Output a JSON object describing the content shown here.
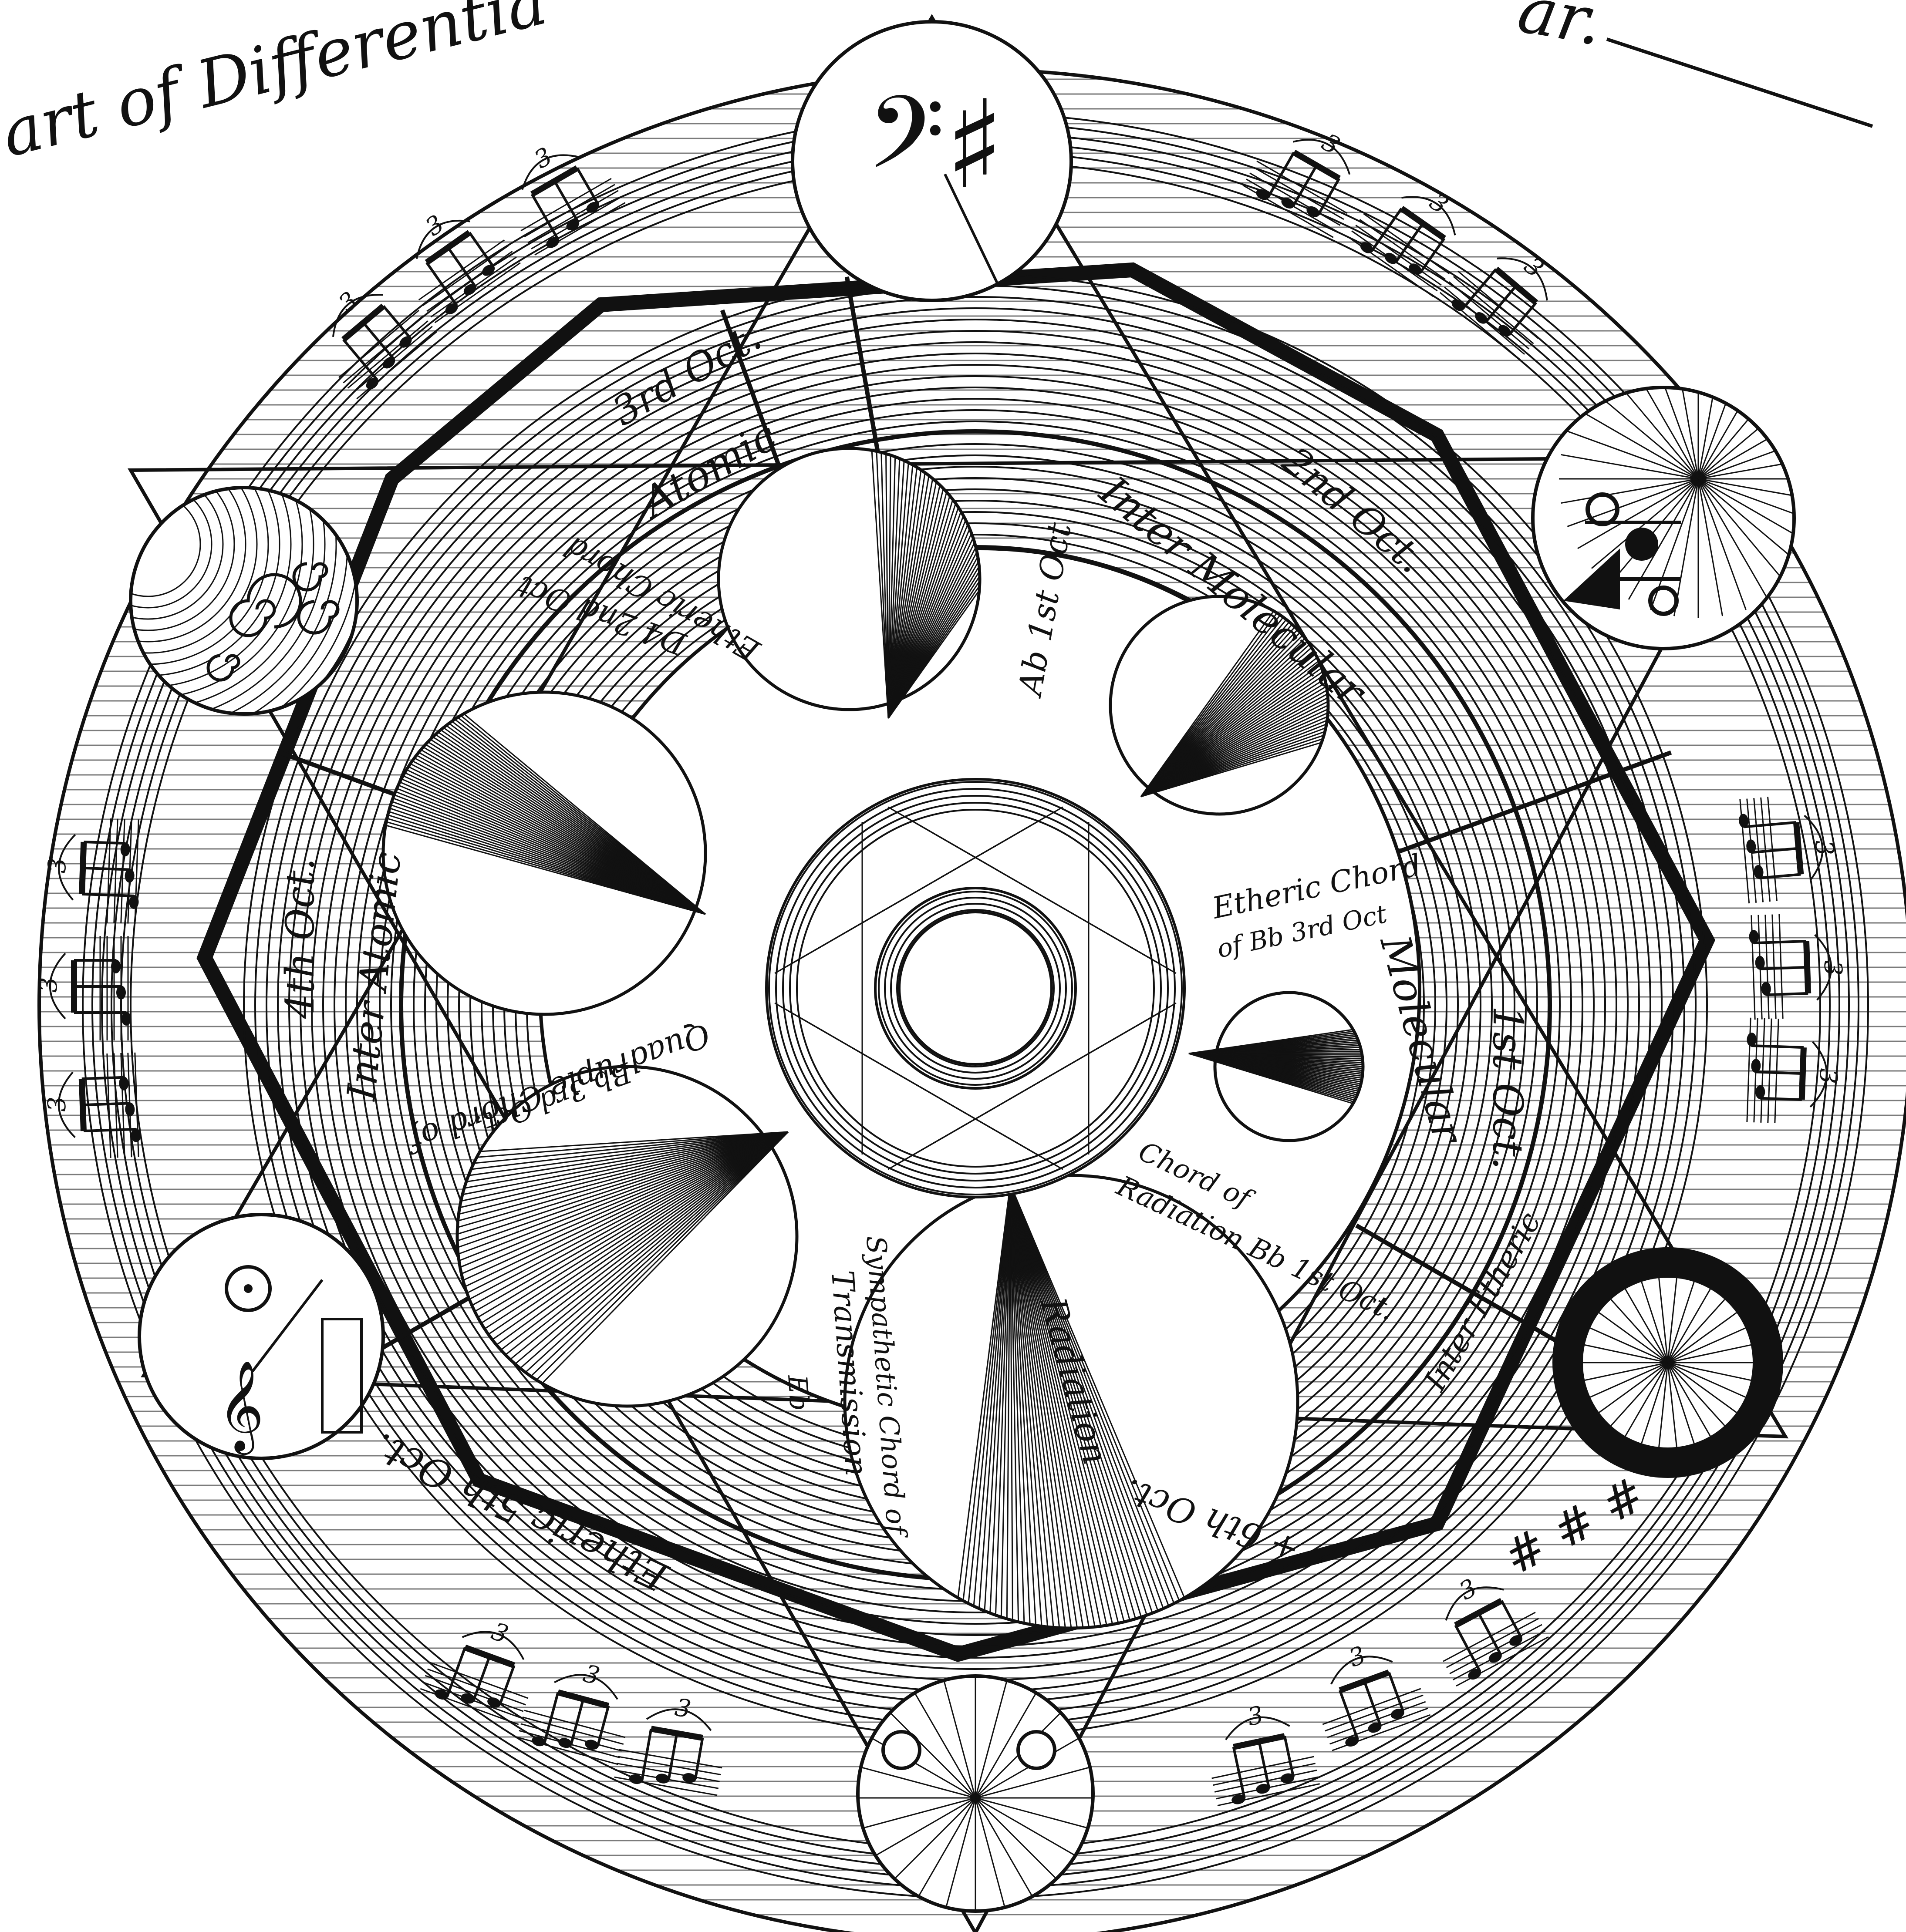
{
  "title_fragment_left": "art of Differentia",
  "title_fragment_right": "ar.",
  "bands": {
    "octave_3": "3rd Oct.",
    "atomic": "Atomic",
    "octave_2": "2nd Oct.",
    "inter_molecular": "Inter Molecular",
    "octave_1": "1st Oct.",
    "molecular": "Molecular",
    "octave_4": "4th Oct.",
    "inter_atomic": "Inter Atomic",
    "etheric_5th": "Etheric 5th Oct.",
    "inter_etheric": "Inter Etheric",
    "octave_6": "+ 6th Oct."
  },
  "chords": {
    "ab_1st": "Ab 1st Oct",
    "etheric_d_2nd": "Etheric Chord",
    "etheric_d_2nd_sub": "D4 2nd Oct",
    "etheric_bb_3rd": "Etheric Chord",
    "etheric_bb_3rd_sub": "of Bb 3rd Oct",
    "quadruple": "Quadruple Chord of",
    "quadruple_sub": "Bb 3rd Oct.",
    "radiation_chord": "Chord of",
    "radiation_chord_sub": "Radiation Bb 1st Oct.",
    "radiation": "Radiation",
    "sympathetic": "Sympathetic Chord of",
    "transmission": "Transmission",
    "transmission_key": "Eb"
  },
  "colors": {
    "ink": "#111111",
    "paper": "#ffffff"
  },
  "icons": {
    "top_medallion": "bass-clef-sharps-glyph",
    "right_medallion": "triangle-and-dots-glyph",
    "left_medallion": "spirals-glyph",
    "lower_left_medallion": "circle-dot-and-clef-glyph",
    "bottom_medallion": "two-circles-and-rays-glyph",
    "lower_right_medallion": "bold-ring-spoked-glyph"
  },
  "music_marks": {
    "triplet": "3",
    "sharps": "# # #"
  }
}
